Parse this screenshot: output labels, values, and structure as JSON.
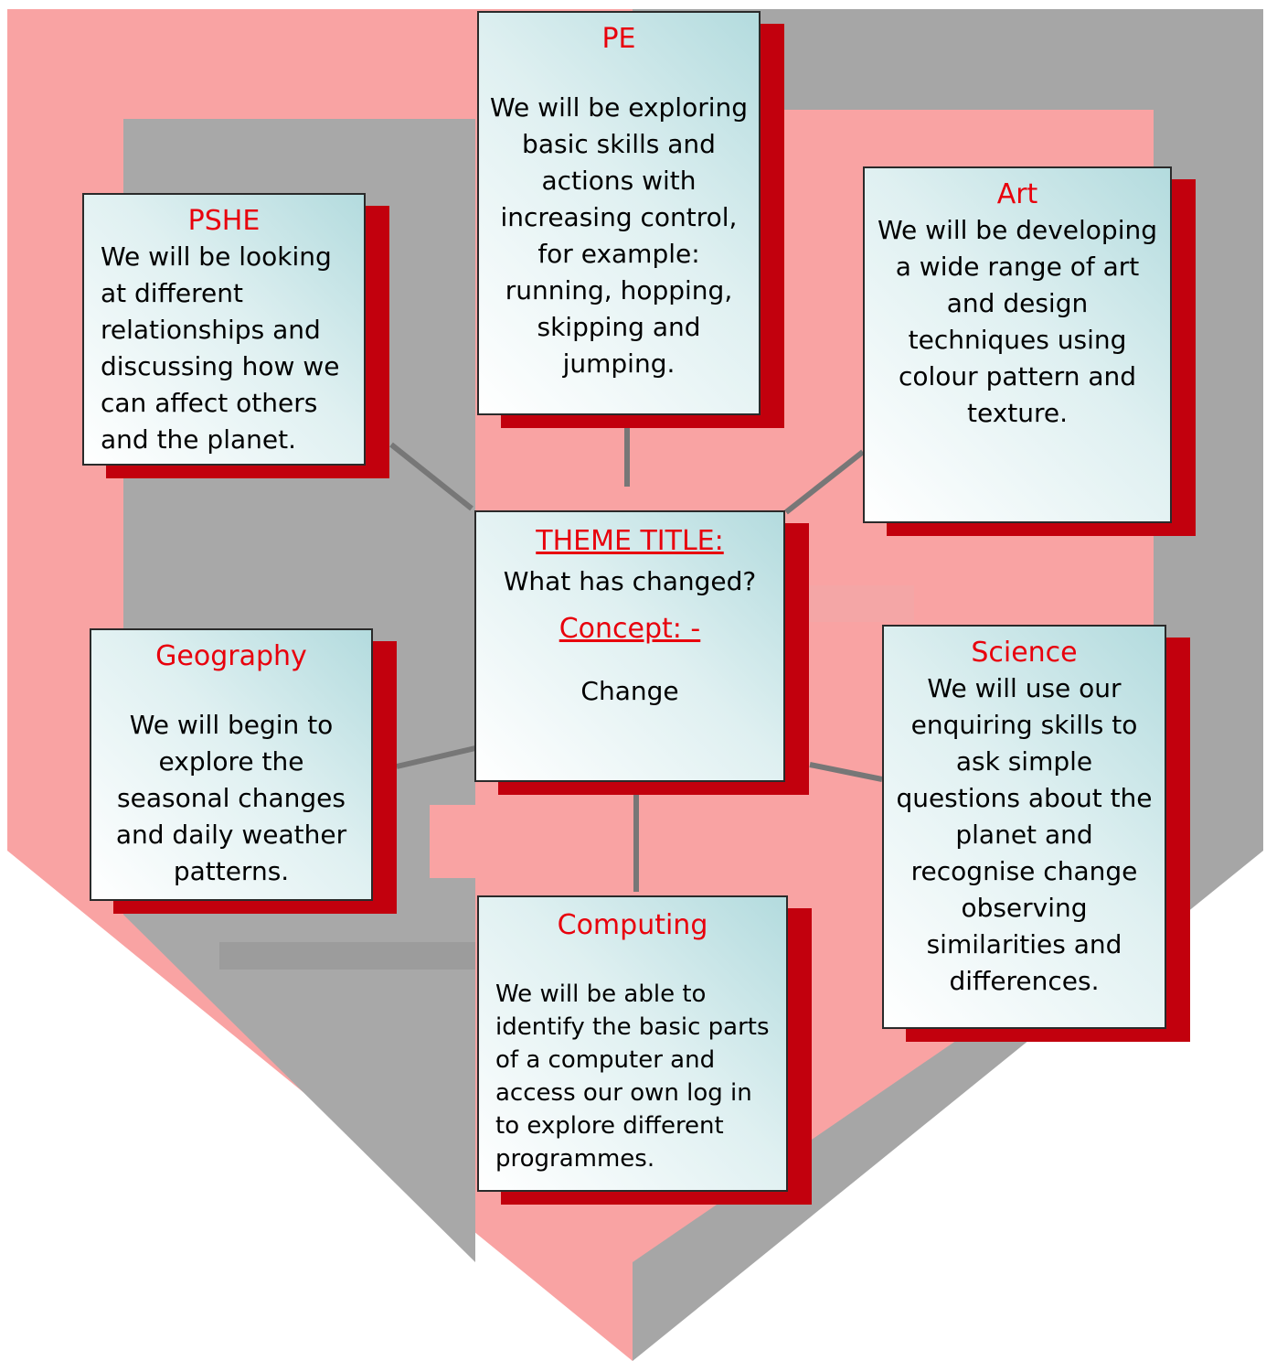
{
  "colors": {
    "heading": "#e8000c",
    "shadow": "#c2000d",
    "shield_pink": "#f9a3a3",
    "shield_gray": "#a6a6a6"
  },
  "theme": {
    "title_label": "THEME TITLE:",
    "title": "What has changed?",
    "concept_label": "Concept: -",
    "concept": "Change"
  },
  "subjects": {
    "pe": {
      "heading": "PE",
      "text": "We will be exploring basic skills and actions with increasing control, for example: running, hopping, skipping and jumping."
    },
    "pshe": {
      "heading": "PSHE",
      "text": "We will be looking at different relationships and discussing how we can affect others and the planet."
    },
    "art": {
      "heading": "Art",
      "text": "We will be developing a wide range of art and design techniques using colour pattern and texture."
    },
    "geography": {
      "heading": "Geography",
      "text": "We will begin to explore the seasonal changes and daily weather patterns."
    },
    "science": {
      "heading": "Science",
      "text": "We will use our enquiring skills to ask simple questions about the planet and recognise change observing similarities and differences."
    },
    "computing": {
      "heading": "Computing",
      "text": "We will be able to identify the basic parts of a computer and access our own log in to explore different programmes."
    }
  }
}
